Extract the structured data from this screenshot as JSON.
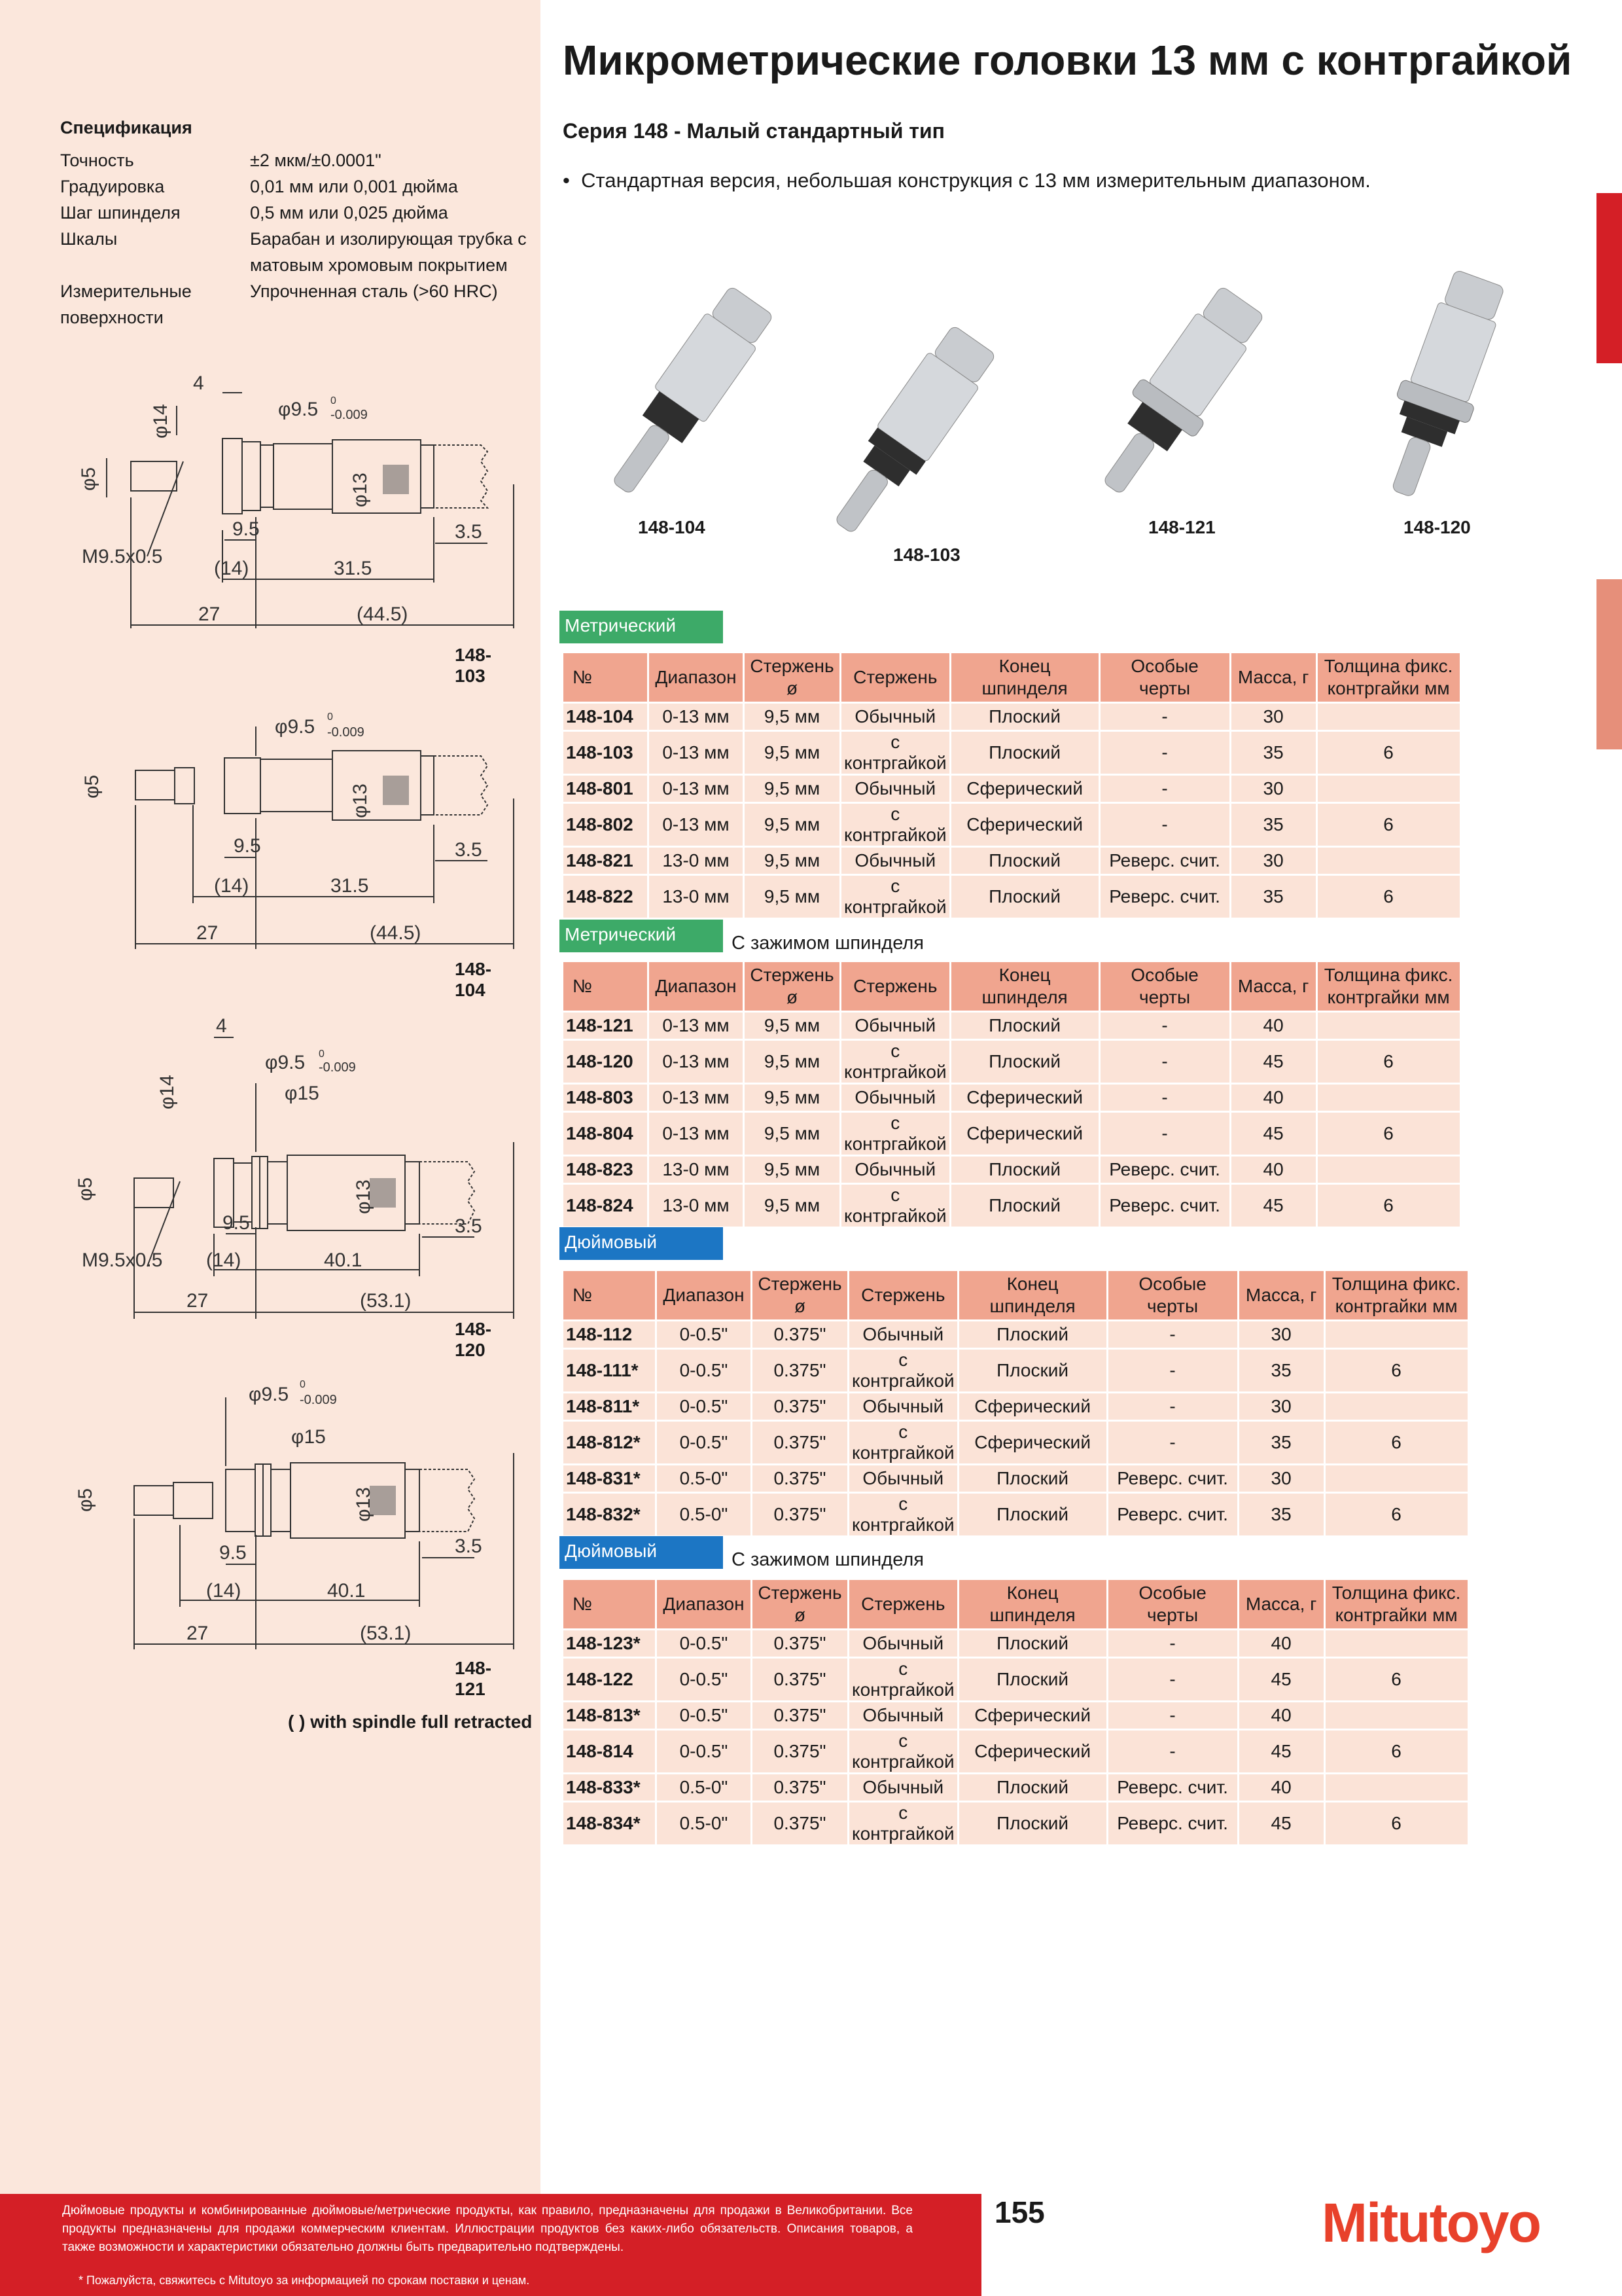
{
  "header": {
    "title": "Микрометрические головки 13 мм с контргайкой",
    "subtitle": "Серия 148 - Малый стандартный тип",
    "bullet": "Стандартная версия, небольшая конструкция с 13 мм измерительным диапазоном."
  },
  "spec": {
    "title": "Спецификация",
    "rows": [
      {
        "k": "Точность",
        "v": "±2 мкм/±0.0001\""
      },
      {
        "k": "Градуировка",
        "v": "0,01 мм или 0,001 дюйма"
      },
      {
        "k": "Шаг шпинделя",
        "v": "0,5 мм или 0,025 дюйма"
      },
      {
        "k": "Шкалы",
        "v": "Барабан и изолирующая трубка с матовым хромовым покрытием"
      },
      {
        "k": "Измерительные поверхности",
        "v": "Упрочненная сталь (>60 HRC)"
      }
    ]
  },
  "drawings": {
    "d1": {
      "label": "148-103",
      "d14": "φ14",
      "d4": "4",
      "d95": "φ9.5",
      "tol_top": "0",
      "tol_bot": "-0.009",
      "d5": "φ5",
      "d13": "φ13",
      "m": "M9.5x0.5",
      "a": "9.5",
      "b": "(14)",
      "c": "31.5",
      "e": "3.5",
      "f": "27",
      "g": "(44.5)"
    },
    "d2": {
      "label": "148-104",
      "d95": "φ9.5",
      "tol_top": "0",
      "tol_bot": "-0.009",
      "d5": "φ5",
      "d13": "φ13",
      "a": "9.5",
      "b": "(14)",
      "c": "31.5",
      "e": "3.5",
      "f": "27",
      "g": "(44.5)"
    },
    "d3": {
      "label": "148-120",
      "d14": "φ14",
      "d4": "4",
      "d95": "φ9.5",
      "tol_top": "0",
      "tol_bot": "-0.009",
      "d15": "φ15",
      "d5": "φ5",
      "d13": "φ13",
      "m": "M9.5x0.5",
      "a": "9.5",
      "b": "(14)",
      "c": "40.1",
      "e": "3.5",
      "f": "27",
      "g": "(53.1)"
    },
    "d4": {
      "label": "148-121",
      "d95": "φ9.5",
      "tol_top": "0",
      "tol_bot": "-0.009",
      "d15": "φ15",
      "d5": "φ5",
      "d13": "φ13",
      "a": "9.5",
      "b": "(14)",
      "c": "40.1",
      "e": "3.5",
      "f": "27",
      "g": "(53.1)"
    },
    "note": "( ) with spindle full retracted"
  },
  "products": [
    {
      "label": "148-104"
    },
    {
      "label": "148-103"
    },
    {
      "label": "148-121"
    },
    {
      "label": "148-120"
    }
  ],
  "headers": [
    "№",
    "Диапазон",
    "Стержень ø",
    "Стержень",
    "Конец шпинделя",
    "Особые черты",
    "Масса, г",
    "Толщина фикс. контргайки мм"
  ],
  "tables": [
    {
      "tag": "Метрический",
      "note": "",
      "rows": [
        [
          "148-104",
          "0-13 мм",
          "9,5 мм",
          "Обычный",
          "Плоский",
          "-",
          "30",
          ""
        ],
        [
          "148-103",
          "0-13 мм",
          "9,5 мм",
          "с контргайкой",
          "Плоский",
          "-",
          "35",
          "6"
        ],
        [
          "148-801",
          "0-13 мм",
          "9,5 мм",
          "Обычный",
          "Сферический",
          "-",
          "30",
          ""
        ],
        [
          "148-802",
          "0-13 мм",
          "9,5 мм",
          "с контргайкой",
          "Сферический",
          "-",
          "35",
          "6"
        ],
        [
          "148-821",
          "13-0 мм",
          "9,5 мм",
          "Обычный",
          "Плоский",
          "Реверс. счит.",
          "30",
          ""
        ],
        [
          "148-822",
          "13-0 мм",
          "9,5 мм",
          "с контргайкой",
          "Плоский",
          "Реверс. счит.",
          "35",
          "6"
        ]
      ]
    },
    {
      "tag": "Метрический",
      "note": "С зажимом шпинделя",
      "rows": [
        [
          "148-121",
          "0-13 мм",
          "9,5 мм",
          "Обычный",
          "Плоский",
          "-",
          "40",
          ""
        ],
        [
          "148-120",
          "0-13 мм",
          "9,5 мм",
          "с контргайкой",
          "Плоский",
          "-",
          "45",
          "6"
        ],
        [
          "148-803",
          "0-13 мм",
          "9,5 мм",
          "Обычный",
          "Сферический",
          "-",
          "40",
          ""
        ],
        [
          "148-804",
          "0-13 мм",
          "9,5 мм",
          "с контргайкой",
          "Сферический",
          "-",
          "45",
          "6"
        ],
        [
          "148-823",
          "13-0 мм",
          "9,5 мм",
          "Обычный",
          "Плоский",
          "Реверс. счит.",
          "40",
          ""
        ],
        [
          "148-824",
          "13-0 мм",
          "9,5 мм",
          "с контргайкой",
          "Плоский",
          "Реверс. счит.",
          "45",
          "6"
        ]
      ]
    },
    {
      "tag": "Дюймовый",
      "note": "",
      "rows": [
        [
          "148-112",
          "0-0.5\"",
          "0.375\"",
          "Обычный",
          "Плоский",
          "-",
          "30",
          ""
        ],
        [
          "148-111*",
          "0-0.5\"",
          "0.375\"",
          "с контргайкой",
          "Плоский",
          "-",
          "35",
          "6"
        ],
        [
          "148-811*",
          "0-0.5\"",
          "0.375\"",
          "Обычный",
          "Сферический",
          "-",
          "30",
          ""
        ],
        [
          "148-812*",
          "0-0.5\"",
          "0.375\"",
          "с контргайкой",
          "Сферический",
          "-",
          "35",
          "6"
        ],
        [
          "148-831*",
          "0.5-0\"",
          "0.375\"",
          "Обычный",
          "Плоский",
          "Реверс. счит.",
          "30",
          ""
        ],
        [
          "148-832*",
          "0.5-0\"",
          "0.375\"",
          "с контргайкой",
          "Плоский",
          "Реверс. счит.",
          "35",
          "6"
        ]
      ]
    },
    {
      "tag": "Дюймовый",
      "note": "С зажимом шпинделя",
      "rows": [
        [
          "148-123*",
          "0-0.5\"",
          "0.375\"",
          "Обычный",
          "Плоский",
          "-",
          "40",
          ""
        ],
        [
          "148-122",
          "0-0.5\"",
          "0.375\"",
          "с контргайкой",
          "Плоский",
          "-",
          "45",
          "6"
        ],
        [
          "148-813*",
          "0-0.5\"",
          "0.375\"",
          "Обычный",
          "Сферический",
          "-",
          "40",
          ""
        ],
        [
          "148-814",
          "0-0.5\"",
          "0.375\"",
          "с контргайкой",
          "Сферический",
          "-",
          "45",
          "6"
        ],
        [
          "148-833*",
          "0.5-0\"",
          "0.375\"",
          "Обычный",
          "Плоский",
          "Реверс. счит.",
          "40",
          ""
        ],
        [
          "148-834*",
          "0.5-0\"",
          "0.375\"",
          "с контргайкой",
          "Плоский",
          "Реверс. счит.",
          "45",
          "6"
        ]
      ]
    }
  ],
  "footer": {
    "text": "Дюймовые продукты и комбинированные дюймовые/метрические продукты, как правило, предназначены для продажи в Великобритании. Все продукты предназначены для продажи коммерческим клиентам. Иллюстрации продуктов без каких-либо обязательств. Описания товаров, а также возможности и характеристики обязательно должны быть предварительно подтверждены.",
    "star": "* Пожалуйста, свяжитесь с Mitutoyo за информацией по срокам поставки и ценам.",
    "page": "155",
    "logo": "Mitutoyo"
  },
  "colors": {
    "accent_red": "#d41f26",
    "metric_green": "#3daa68",
    "inch_blue": "#1c76c4",
    "header_salmon": "#f0a58f",
    "row_pink": "#fbe3d7"
  }
}
